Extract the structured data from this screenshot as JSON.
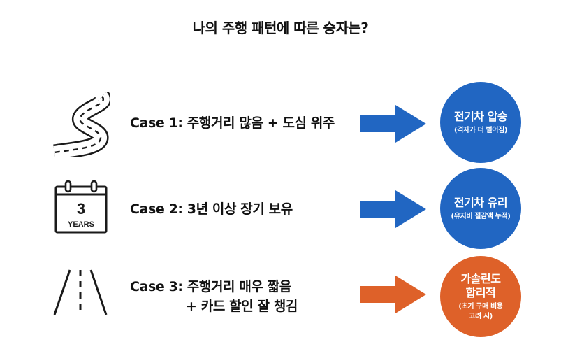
{
  "title": "나의 주행 패턴에 따른 승자는?",
  "cases": [
    {
      "lines": [
        "Case 1: 주행거리 많음 + 도심 위주"
      ],
      "result_main": [
        "전기차 압승"
      ],
      "result_sub": [
        "(격자가 더 벌어짐)"
      ],
      "color": "#2166c2",
      "icon": "winding-road-icon"
    },
    {
      "lines": [
        "Case 2: 3년 이상 장기 보유"
      ],
      "result_main": [
        "전기차 유리"
      ],
      "result_sub": [
        "(유지비 절감액 누적)"
      ],
      "color": "#2166c2",
      "icon": "calendar-icon",
      "icon_text": {
        "number": "3",
        "label": "YEARS"
      }
    },
    {
      "lines": [
        "Case 3: 주행거리 매우 짧음",
        "+ 카드 할인 잘 챙김"
      ],
      "result_main": [
        "가솔린도",
        "합리적"
      ],
      "result_sub": [
        "(초기 구매 비용",
        "고려 시)"
      ],
      "color": "#de6129",
      "icon": "straight-road-icon"
    }
  ]
}
